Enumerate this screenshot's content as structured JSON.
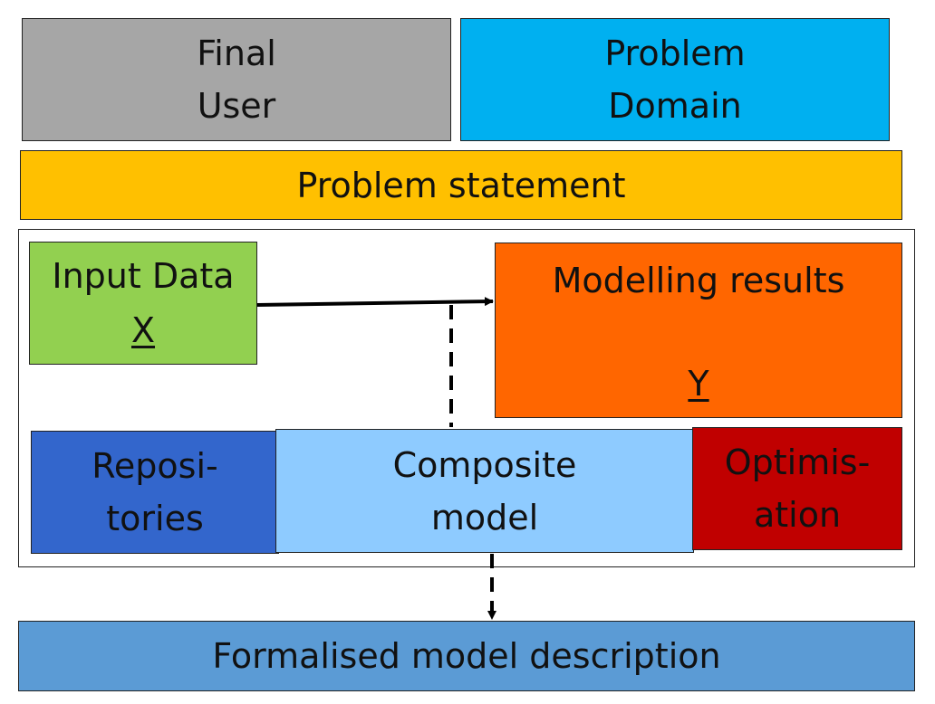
{
  "final_user": {
    "lines": [
      "Final",
      "User"
    ]
  },
  "problem_domain": {
    "lines": [
      "Problem",
      "Domain"
    ]
  },
  "problem_statement": {
    "label": "Problem statement"
  },
  "input_data": {
    "title": "Input Data",
    "symbol": "X"
  },
  "modelling_results": {
    "title": "Modelling results",
    "symbol": "Y"
  },
  "repositories": {
    "lines": [
      "Reposi-",
      "tories"
    ]
  },
  "composite_model": {
    "lines": [
      "Composite",
      "model"
    ]
  },
  "optimisation": {
    "lines": [
      "Optimis-",
      "ation"
    ]
  },
  "formalised_model": {
    "label": "Formalised model description"
  },
  "colors": {
    "final_user": "#a6a6a6",
    "problem_domain": "#00b0f0",
    "problem_statement": "#ffc000",
    "input_data": "#92d050",
    "modelling_results": "#ff6600",
    "repositories": "#3366cc",
    "composite_model": "#8ecbff",
    "optimisation": "#c00000",
    "formalised_model": "#5b9bd5"
  }
}
